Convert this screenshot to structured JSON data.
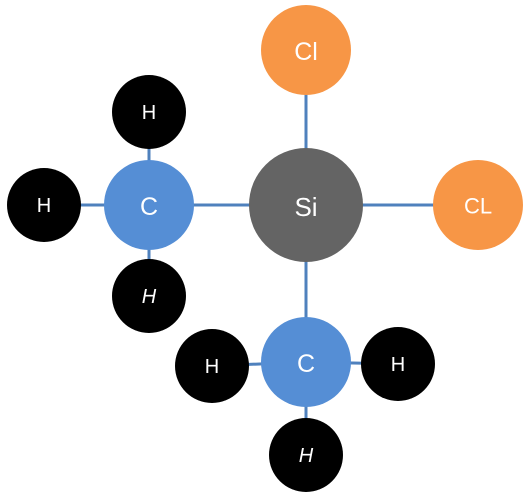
{
  "molecule": {
    "colors": {
      "bond": "#4F81BD",
      "silicon": "#646464",
      "carbon": "#558ED5",
      "chlorine": "#F79646",
      "hydrogen": "#000000",
      "label": "#FFFFFF"
    },
    "atoms": {
      "si": {
        "label": "Si"
      },
      "cl_top": {
        "label": "Cl"
      },
      "cl_right": {
        "label": "CL"
      },
      "c_left": {
        "label": "C"
      },
      "c_bottom": {
        "label": "C"
      },
      "h_far_left": {
        "label": "H"
      },
      "h_left_top": {
        "label": "H"
      },
      "h_left_bottom": {
        "label": "H"
      },
      "h_bottom_left": {
        "label": "H"
      },
      "h_bottom_right": {
        "label": "H"
      },
      "h_bottom_bottom": {
        "label": "H"
      }
    }
  }
}
